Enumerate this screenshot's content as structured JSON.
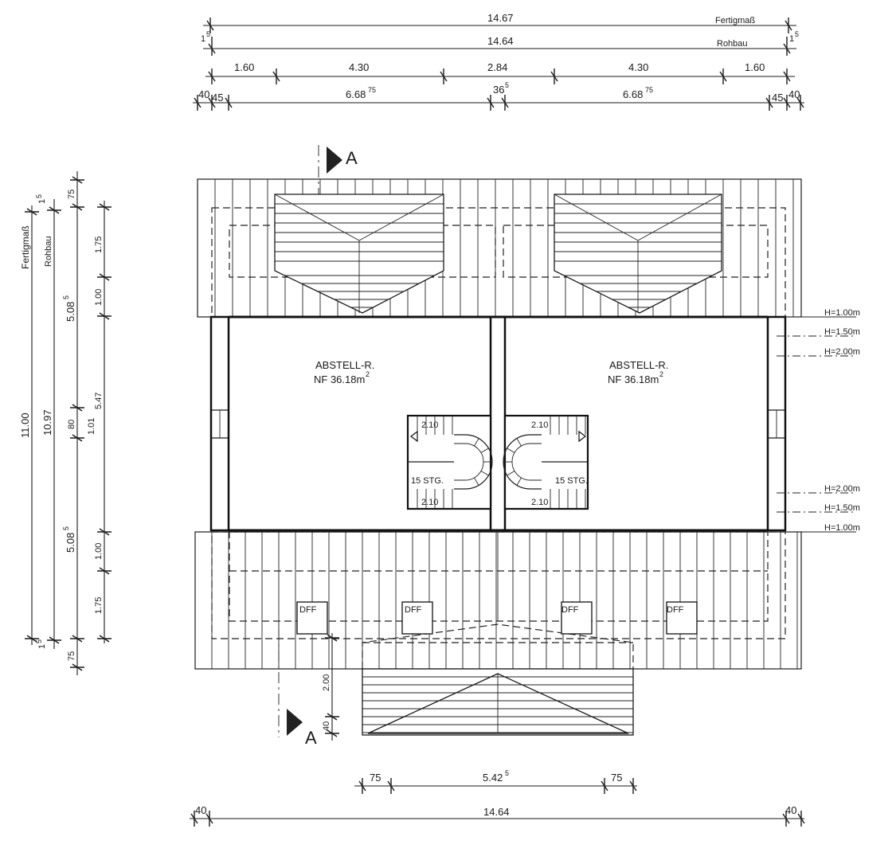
{
  "dimensions": {
    "top": {
      "fertigmass_total": "14.67",
      "fertigmass_label": "Fertigmaß",
      "rohbau_total": "14.64",
      "rohbau_label": "Rohbau",
      "rohbau_side_offset": "1",
      "rohbau_side_offset_sup": "5",
      "segments": [
        "1.60",
        "4.30",
        "2.84",
        "4.30",
        "1.60"
      ],
      "row4_left_a": "40",
      "row4_left_b": "45",
      "row4_half_left": "6.68",
      "row4_half_left_sup": "75",
      "row4_middle": "36",
      "row4_middle_sup": "5",
      "row4_half_right": "6.68",
      "row4_half_right_sup": "75",
      "row4_right_a": "45",
      "row4_right_b": "40"
    },
    "left": {
      "fertigmass_total": "11.00",
      "fertigmass_label": "Fertigmaß",
      "rohbau_total": "10.97",
      "rohbau_label": "Rohbau",
      "rohbau_offset": "1",
      "rohbau_offset_sup": "5",
      "mid_top": "5.08",
      "mid_top_sup": "5",
      "mid_center": "80",
      "mid_bottom": "5.08",
      "mid_bottom_sup": "5",
      "outer_top_75": "75",
      "outer_bottom_75": "75",
      "inner_top_175": "1.75",
      "inner_top_100": "1.00",
      "inner_center": "5.47",
      "inner_101": "1.01",
      "inner_bottom_100": "1.00",
      "inner_bottom_175": "1.75"
    },
    "bottom": {
      "overhang_left": "75",
      "dormer_width": "5.42",
      "dormer_width_sup": "5",
      "overhang_right": "75",
      "total_left": "40",
      "total": "14.64",
      "total_right": "40",
      "dormer_depth": "2.00",
      "dormer_offset": "40"
    }
  },
  "section_marker": "A",
  "rooms": [
    {
      "name": "ABSTELL-R.",
      "area_prefix": "NF 36.18m",
      "area_sup": "2"
    },
    {
      "name": "ABSTELL-R.",
      "area_prefix": "NF 36.18m",
      "area_sup": "2"
    }
  ],
  "stairs": {
    "headroom_label": "2.10",
    "steps_label": "15 STG."
  },
  "roof_windows": [
    "DFF",
    "DFF",
    "DFF",
    "DFF"
  ],
  "height_markers": {
    "top": [
      "H=1.00m",
      "H=1.50m",
      "H=2.00m"
    ],
    "bottom": [
      "H=2.00m",
      "H=1.50m",
      "H=1.00m"
    ]
  }
}
